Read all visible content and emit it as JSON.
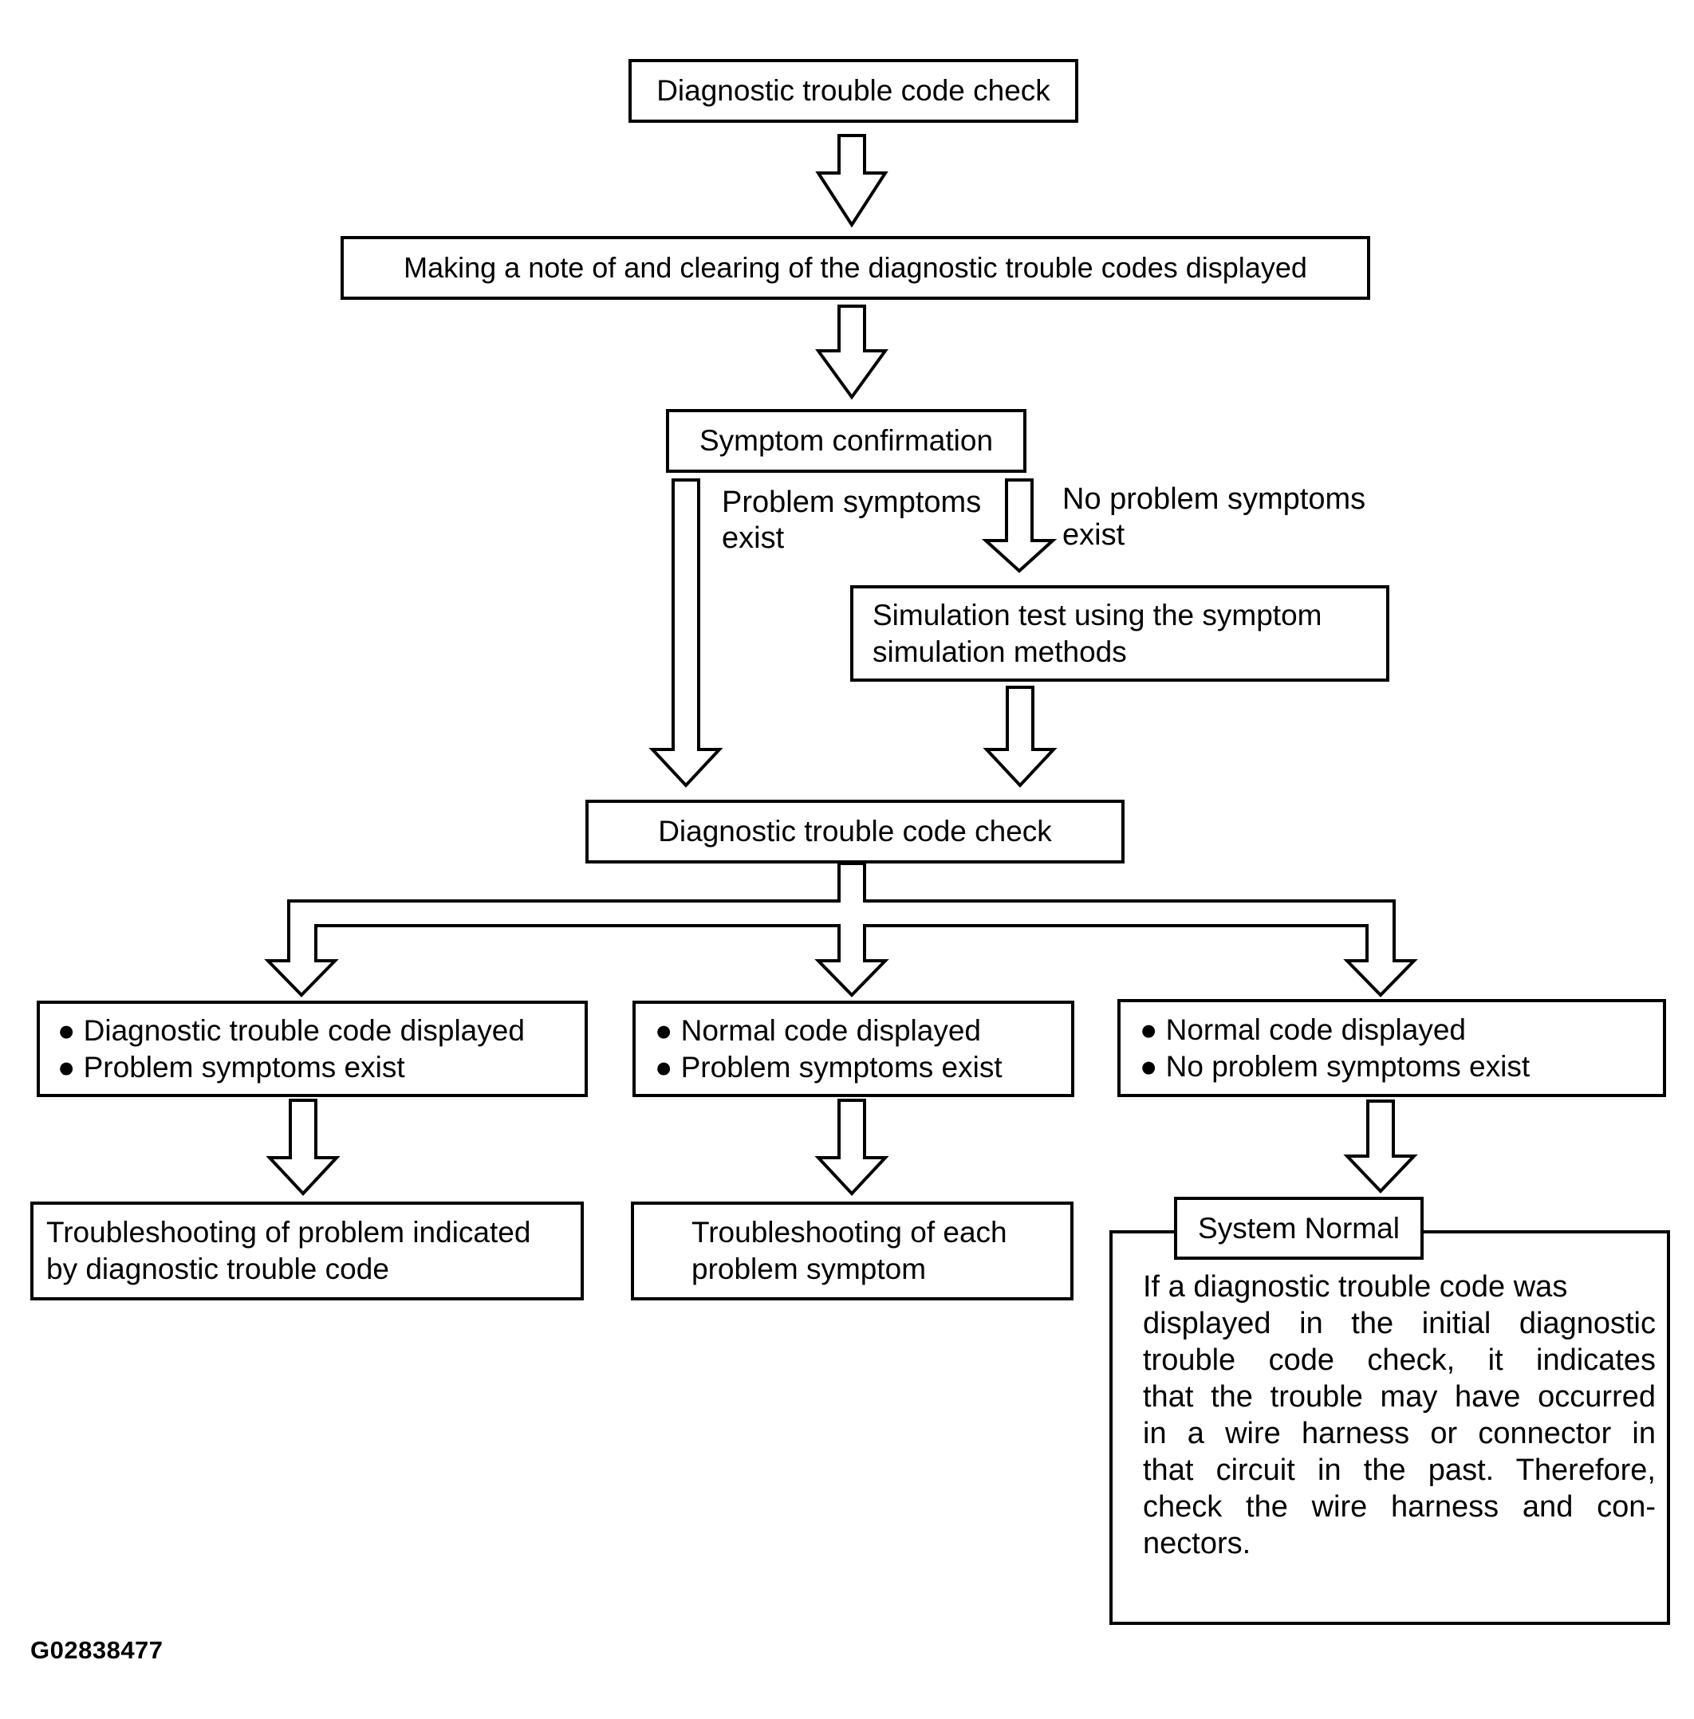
{
  "figure_id": "G02838477",
  "colors": {
    "line": "#000000",
    "background": "#ffffff"
  },
  "flowchart": {
    "nodes": {
      "dtc_check_1": {
        "label": "Diagnostic trouble code check"
      },
      "note_and_clear": {
        "label": "Making a note of and clearing of the diagnostic trouble codes displayed"
      },
      "symptom_confirmation": {
        "label": "Symptom confirmation"
      },
      "simulation_test": {
        "lines": [
          "Simulation test using the symptom",
          "simulation methods"
        ]
      },
      "dtc_check_2": {
        "label": "Diagnostic trouble code check"
      },
      "outcome_left": {
        "items": [
          "● Diagnostic trouble code displayed",
          "● Problem symptoms exist"
        ]
      },
      "outcome_middle": {
        "items": [
          "● Normal code displayed",
          "● Problem symptoms exist"
        ]
      },
      "outcome_right": {
        "items": [
          "● Normal code displayed",
          "● No problem symptoms exist"
        ]
      },
      "troubleshoot_by_code": {
        "lines": [
          "Troubleshooting of problem indicated",
          "by diagnostic trouble code"
        ]
      },
      "troubleshoot_each_symptom": {
        "lines": [
          "Troubleshooting of each",
          "problem symptom"
        ]
      },
      "system_normal": {
        "label": "System Normal",
        "note_lines": [
          "If a diagnostic trouble code was",
          "displayed in the initial diagnostic",
          "trouble code check, it indicates",
          "that the trouble may have occurred",
          "in a wire harness or connector in",
          "that circuit in the past. Therefore,",
          "check the wire harness and con-",
          "nectors."
        ]
      }
    },
    "branch_labels": {
      "problem_symptoms_exist": {
        "lines": [
          "Problem symptoms",
          "exist"
        ]
      },
      "no_problem_symptoms_exist": {
        "lines": [
          "No problem symptoms",
          "exist"
        ]
      }
    }
  }
}
